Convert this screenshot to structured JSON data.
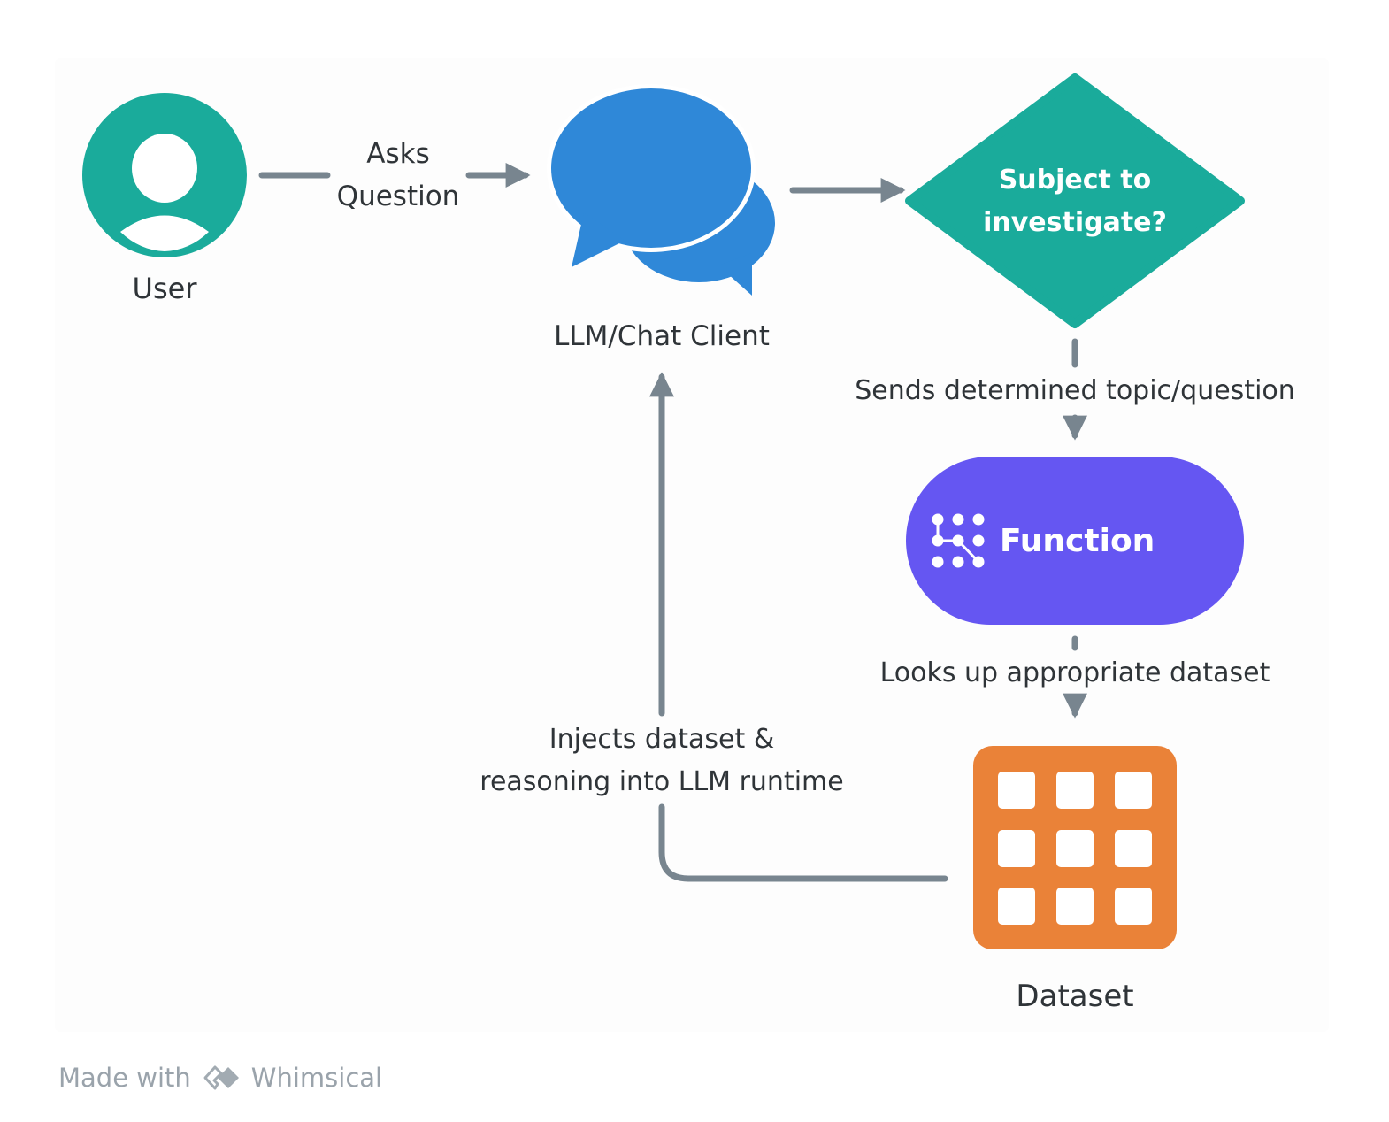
{
  "nodes": {
    "user": {
      "label": "User",
      "icon": "user-icon",
      "color": "#1aab9b"
    },
    "chat_client": {
      "label": "LLM/Chat Client",
      "icon": "chat-bubbles-icon",
      "color": "#2f88d8"
    },
    "decision": {
      "label_line1": "Subject to",
      "label_line2": "investigate?",
      "color": "#1aab9b"
    },
    "function": {
      "label": "Function",
      "icon": "function-graph-icon",
      "color": "#6556f2"
    },
    "dataset": {
      "label": "Dataset",
      "icon": "grid-table-icon",
      "color": "#ea8238"
    }
  },
  "edges": {
    "asks_question": {
      "line1": "Asks",
      "line2": "Question"
    },
    "sends_topic": {
      "label": "Sends determined topic/question"
    },
    "looks_up": {
      "label": "Looks up appropriate dataset"
    },
    "injects": {
      "line1": "Injects dataset &",
      "line2": "reasoning into LLM runtime"
    }
  },
  "edge_color": "#78858f",
  "footer": {
    "made_with": "Made with",
    "brand": "Whimsical",
    "logo_icon": "whimsical-logo-icon"
  }
}
